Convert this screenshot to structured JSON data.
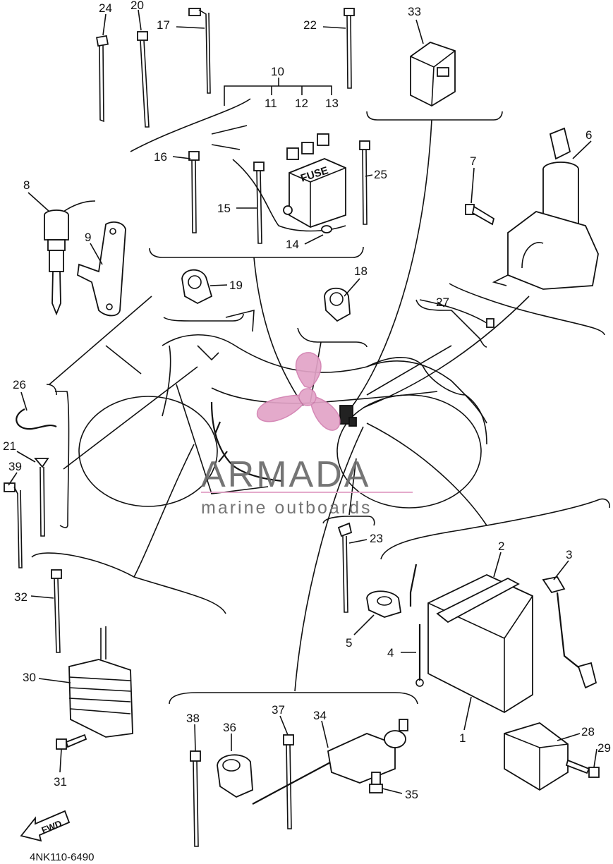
{
  "diagram": {
    "drawing_code": "4NK110-6490",
    "callouts": [
      "1",
      "2",
      "3",
      "4",
      "5",
      "6",
      "7",
      "8",
      "9",
      "10",
      "11",
      "12",
      "13",
      "14",
      "15",
      "16",
      "17",
      "18",
      "19",
      "20",
      "21",
      "22",
      "23",
      "24",
      "25",
      "26",
      "27",
      "28",
      "29",
      "30",
      "31",
      "32",
      "33",
      "34",
      "35",
      "36",
      "37",
      "38",
      "39"
    ],
    "fuse_label": "FUSE",
    "fwd_label": "FWD"
  },
  "watermark": {
    "brand": "ARMADA",
    "tagline": "marine outboards",
    "colors": {
      "logo": "#e2a3c7",
      "text": "#6a6a6a",
      "rule": "#e2a3c7"
    }
  }
}
